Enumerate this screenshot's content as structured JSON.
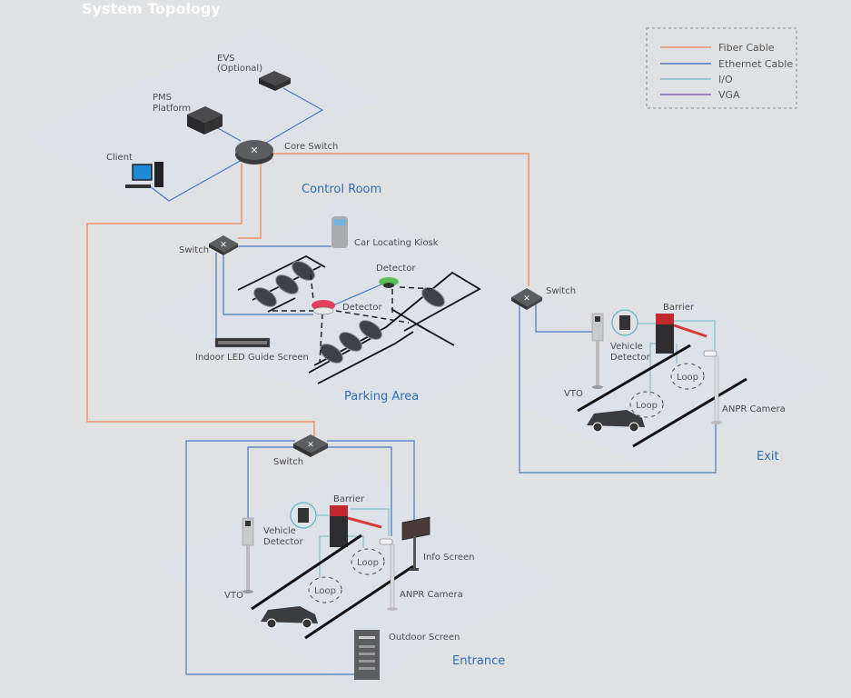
{
  "title": "System Topology",
  "legend": {
    "items": [
      {
        "label": "Fiber Cable",
        "color": "#f0946a"
      },
      {
        "label": "Ethernet Cable",
        "color": "#4a78c0"
      },
      {
        "label": "I/O",
        "color": "#7fc0cc"
      },
      {
        "label": "VGA",
        "color": "#8a5fb8"
      }
    ]
  },
  "zones": {
    "control_room": "Control Room",
    "parking_area": "Parking Area",
    "exit": "Exit",
    "entrance": "Entrance"
  },
  "devices": {
    "evs": "EVS",
    "evs_sub": "(Optional)",
    "pms": "PMS",
    "pms_sub": "Platform",
    "client": "Client",
    "core_switch": "Core Switch",
    "switch_parking": "Switch",
    "kiosk": "Car Locating Kiosk",
    "detector_green": "Detector",
    "detector_red": "Detector",
    "led_screen": "Indoor LED Guide Screen",
    "switch_exit": "Switch",
    "barrier_exit": "Barrier",
    "vehicle_detector_exit_1": "Vehicle",
    "vehicle_detector_exit_2": "Detector",
    "vto_exit": "VTO",
    "loop_exit_1": "Loop",
    "loop_exit_2": "Loop",
    "anpr_exit": "ANPR Camera",
    "switch_entrance": "Switch",
    "barrier_entrance": "Barrier",
    "vehicle_detector_entrance_1": "Vehicle",
    "vehicle_detector_entrance_2": "Detector",
    "vto_entrance": "VTO",
    "loop_entrance_1": "Loop",
    "loop_entrance_2": "Loop",
    "info_screen": "Info Screen",
    "anpr_entrance": "ANPR Camera",
    "outdoor_screen": "Outdoor Screen"
  }
}
